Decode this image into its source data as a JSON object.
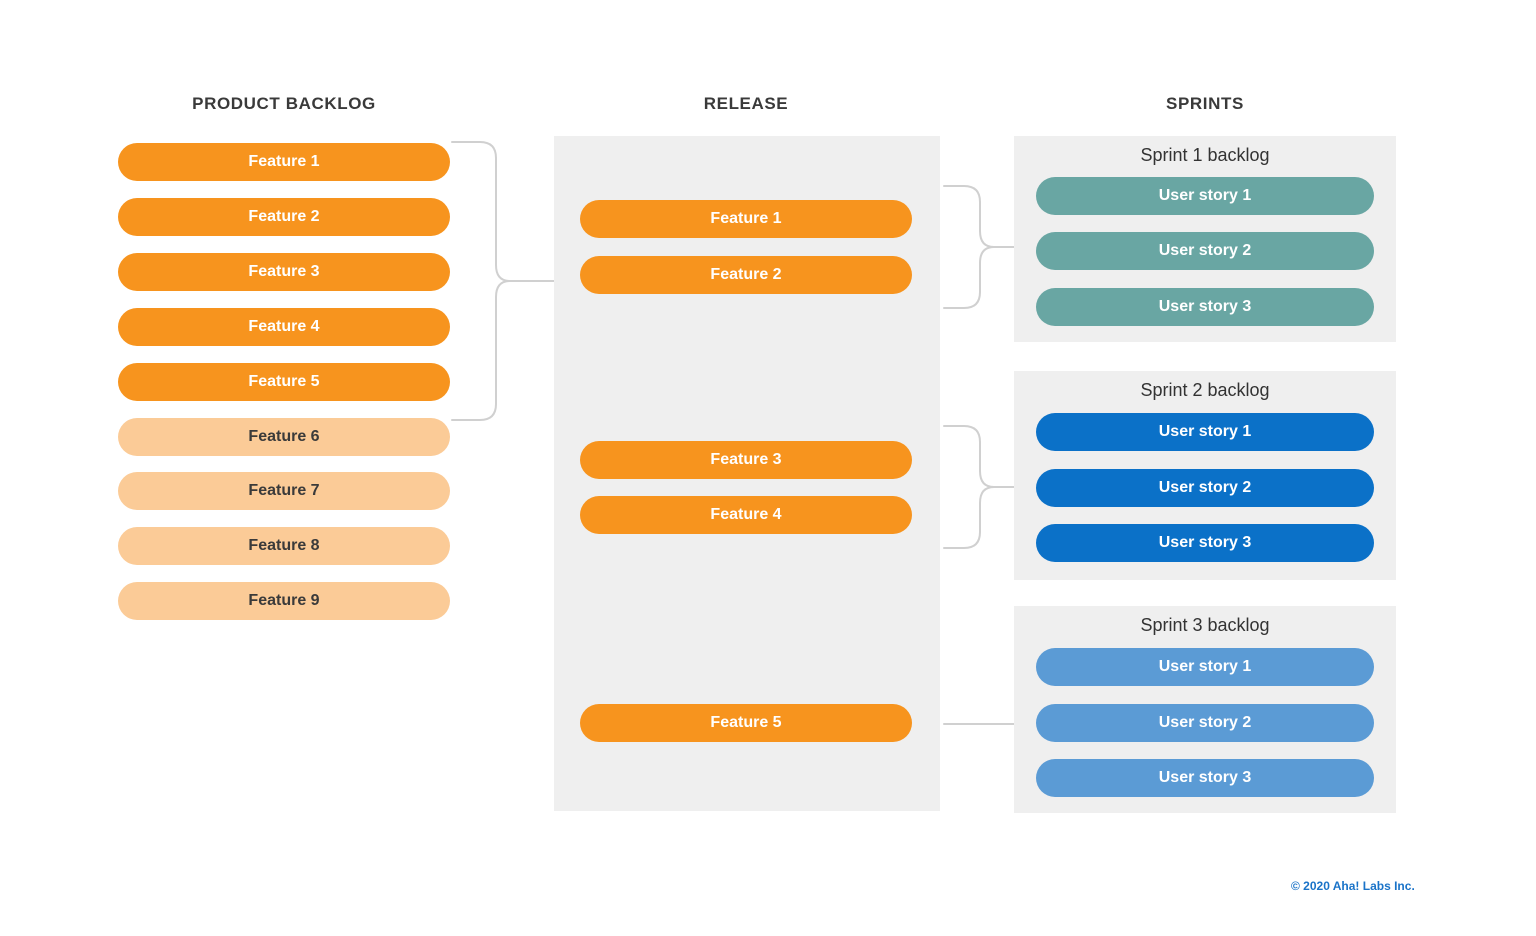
{
  "columns": {
    "backlog_title": "PRODUCT BACKLOG",
    "release_title": "RELEASE",
    "sprints_title": "SPRINTS"
  },
  "colors": {
    "orange": "#F7941E",
    "orange_light": "#FBCB97",
    "panel_gray": "#efefef",
    "teal": "#69A6A3",
    "blue": "#0B71C8",
    "blue_light": "#5B9BD5",
    "connector": "#d0d0d0",
    "title_text": "#3a3a3a",
    "copyright_text": "#1a73c8"
  },
  "product_backlog": {
    "items": [
      {
        "label": "Feature 1",
        "state": "committed"
      },
      {
        "label": "Feature 2",
        "state": "committed"
      },
      {
        "label": "Feature 3",
        "state": "committed"
      },
      {
        "label": "Feature 4",
        "state": "committed"
      },
      {
        "label": "Feature 5",
        "state": "committed"
      },
      {
        "label": "Feature 6",
        "state": "uncommitted"
      },
      {
        "label": "Feature 7",
        "state": "uncommitted"
      },
      {
        "label": "Feature 8",
        "state": "uncommitted"
      },
      {
        "label": "Feature 9",
        "state": "uncommitted"
      }
    ]
  },
  "release": {
    "groups": [
      {
        "items": [
          {
            "label": "Feature 1"
          },
          {
            "label": "Feature 2"
          }
        ]
      },
      {
        "items": [
          {
            "label": "Feature 3"
          },
          {
            "label": "Feature 4"
          }
        ]
      },
      {
        "items": [
          {
            "label": "Feature 5"
          }
        ]
      }
    ]
  },
  "sprints": [
    {
      "label": "Sprint 1 backlog",
      "stories": [
        {
          "label": "User story 1"
        },
        {
          "label": "User story 2"
        },
        {
          "label": "User story 3"
        }
      ]
    },
    {
      "label": "Sprint 2 backlog",
      "stories": [
        {
          "label": "User story 1"
        },
        {
          "label": "User story 2"
        },
        {
          "label": "User story 3"
        }
      ]
    },
    {
      "label": "Sprint 3 backlog",
      "stories": [
        {
          "label": "User story 1"
        },
        {
          "label": "User story 2"
        },
        {
          "label": "User story 3"
        }
      ]
    }
  ],
  "footer": {
    "copyright": "© 2020 Aha! Labs Inc."
  }
}
